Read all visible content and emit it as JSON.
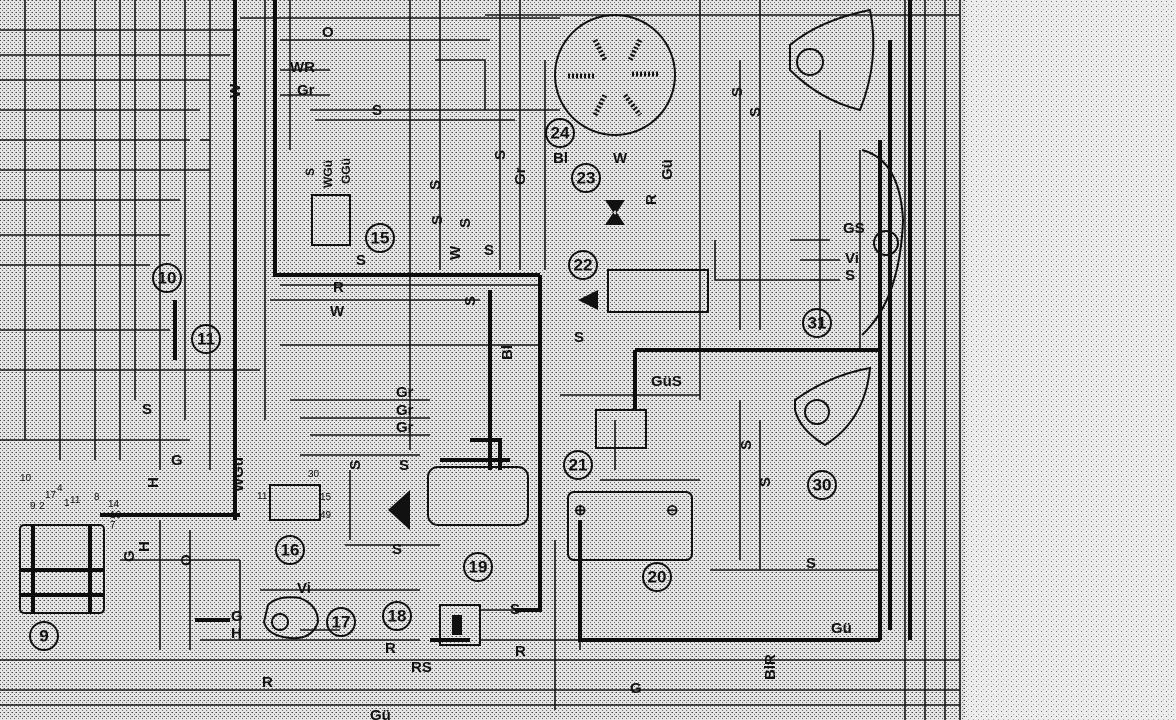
{
  "diagram": {
    "components": {
      "c9": "9",
      "c10": "10",
      "c11": "11",
      "c15": "15",
      "c16": "16",
      "c17": "17",
      "c18": "18",
      "c19": "19",
      "c20": "20",
      "c21": "21",
      "c22": "22",
      "c23": "23",
      "c24": "24",
      "c30": "30",
      "c31": "31"
    },
    "connector9_pins": [
      "10",
      "9",
      "2",
      "17",
      "4",
      "1",
      "11",
      "8",
      "14",
      "16",
      "7"
    ],
    "relay16_pins": [
      "11",
      "30",
      "15",
      "49"
    ],
    "battery_terminals": {
      "plus": "⊕",
      "minus": "⊖"
    },
    "wire_labels": [
      "O",
      "WR",
      "Gr",
      "S",
      "S",
      "R",
      "W",
      "S",
      "Bl",
      "S",
      "W",
      "S",
      "S",
      "Gr",
      "Bl",
      "W",
      "R",
      "Gü",
      "S",
      "S",
      "GS",
      "Vi",
      "S",
      "S",
      "GüS",
      "S",
      "Gr",
      "Gr",
      "Gr",
      "G",
      "H",
      "WGü",
      "S",
      "S",
      "S",
      "G",
      "H",
      "O",
      "Vi",
      "G",
      "H",
      "R",
      "RS",
      "R",
      "S",
      "G",
      "R",
      "Gü",
      "BlR",
      "Gü",
      "S",
      "S",
      "S",
      "W",
      "S",
      "WGü",
      "GGü",
      "S",
      "S"
    ]
  }
}
